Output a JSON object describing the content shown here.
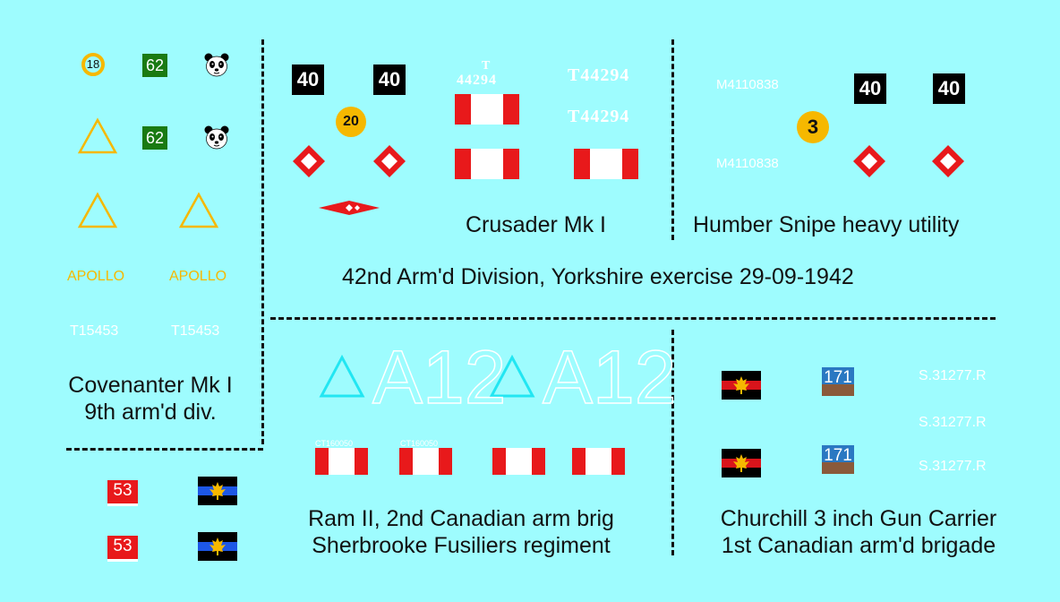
{
  "panels": {
    "covenanter": {
      "line1": "Covenanter Mk I",
      "line2": "9th arm'd div."
    },
    "crusader": {
      "label": "Crusader Mk I"
    },
    "humber": {
      "label": "Humber Snipe heavy utility"
    },
    "division": {
      "label": "42nd Arm'd Division, Yorkshire exercise 29-09-1942"
    },
    "ram": {
      "line1": "Ram II, 2nd Canadian arm brig",
      "line2": "Sherbrooke Fusiliers regiment"
    },
    "churchill": {
      "line1": "Churchill 3 inch Gun Carrier",
      "line2": "1st Canadian arm'd brigade"
    }
  },
  "decals": {
    "circle_18": "18",
    "green_62": "62",
    "apollo": "APOLLO",
    "t15453": "T15453",
    "black_40": "40",
    "circle_20": "20",
    "t44294": "T44294",
    "t44294_top": "T",
    "t44294_small": "44294",
    "m4110838": "M4110838",
    "circle_3": "3",
    "a12": "A12",
    "ct": "CT160050",
    "red_53": "53",
    "b171": "171",
    "s31277": "S.31277.R"
  },
  "colors": {
    "background": "#9efcfe",
    "red": "#e8191b",
    "yellow": "#f6b800",
    "cyan_triangle": "#22e6f2",
    "canada_blue": "#1d57e6",
    "canada_red": "#d9141b",
    "maple": "#f6b800",
    "brown": "#8a5a3a",
    "blue_171": "#2a78c2"
  },
  "icons": [
    "panda-icon",
    "diamond-icon",
    "triangle-icon",
    "maple-leaf-icon"
  ]
}
